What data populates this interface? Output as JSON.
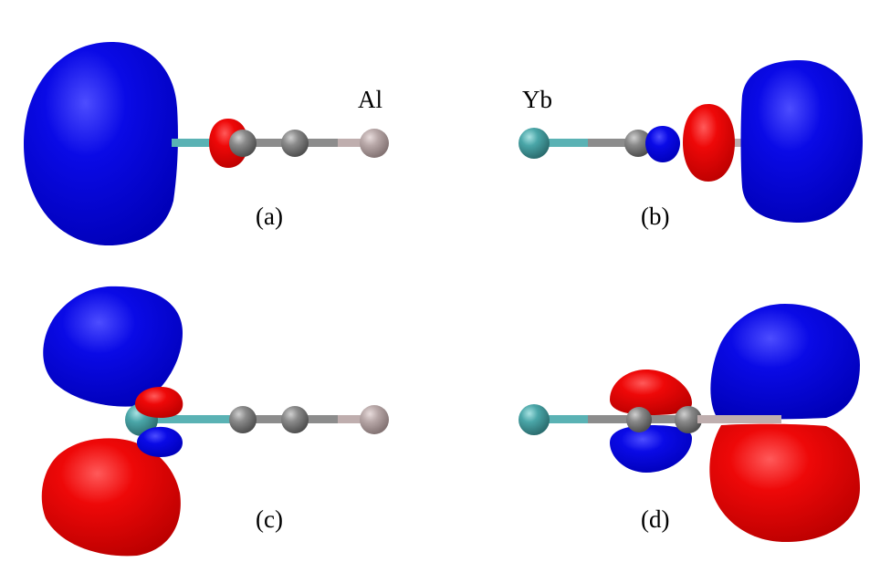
{
  "figure": {
    "atom_labels": {
      "al": "Al",
      "yb": "Yb"
    },
    "panels": [
      {
        "id": "a",
        "label": "(a)"
      },
      {
        "id": "b",
        "label": "(b)"
      },
      {
        "id": "c",
        "label": "(c)"
      },
      {
        "id": "d",
        "label": "(d)"
      }
    ]
  },
  "colors": {
    "lobe_positive": "#0000dd",
    "lobe_negative": "#ee0000",
    "carbon_atom": "#808080",
    "yb_atom": "#4aa6a8",
    "al_atom": "#b8a8a8",
    "bond_carbon": "#8c8c8c",
    "bond_yb": "#5ab2b4",
    "bond_al": "#bfaeae"
  }
}
